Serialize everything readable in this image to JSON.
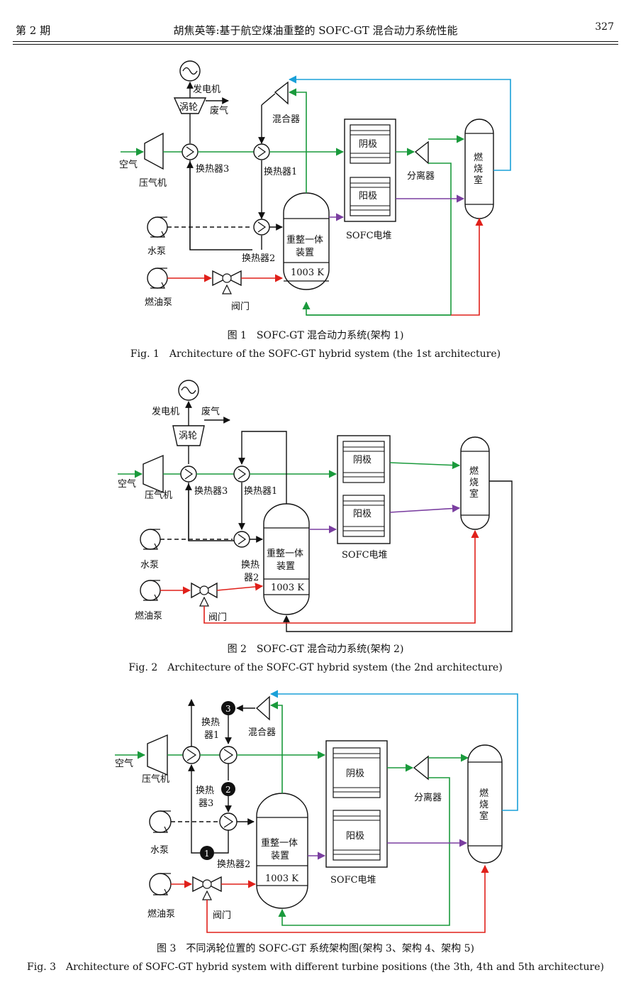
{
  "header": {
    "issue": "第 2 期",
    "title": "胡焦英等:基于航空煤油重整的 SOFC-GT 混合动力系统性能",
    "page": "327"
  },
  "labels": {
    "generator": "发电机",
    "turbine": "涡轮",
    "exhaust": "废气",
    "mixer": "混合器",
    "air": "空气",
    "compressor": "压气机",
    "hx3": "换热器3",
    "hx1": "换热器1",
    "hx2": "换热器2",
    "hx1_split_a": "换热",
    "hx1_split_b": "器1",
    "hx2_split_a": "换热",
    "hx2_split_b": "器2",
    "hx3_split_a": "换热",
    "hx3_split_b": "器3",
    "cathode": "阴极",
    "anode": "阳极",
    "separator": "分离器",
    "combustor_1": "燃",
    "combustor_2": "烧",
    "combustor_3": "室",
    "water_pump": "水泵",
    "fuel_pump": "燃油泵",
    "valve": "阀门",
    "reformer_1": "重整一体",
    "reformer_2": "装置",
    "reformer_temp": "1003 K",
    "stack": "SOFC电堆",
    "marker1": "1",
    "marker2": "2",
    "marker3": "3"
  },
  "colors": {
    "green": "#1a9a3c",
    "red": "#e0201a",
    "purple": "#7a3ea0",
    "blue": "#1aa0d8",
    "black": "#111111"
  },
  "fig1": {
    "caption_cn": "图 1　SOFC-GT 混合动力系统(架构 1)",
    "caption_en": "Fig. 1　Architecture of the SOFC-GT hybrid system (the 1st architecture)"
  },
  "fig2": {
    "caption_cn": "图 2　SOFC-GT 混合动力系统(架构 2)",
    "caption_en": "Fig. 2　Architecture of the SOFC-GT hybrid system (the 2nd architecture)"
  },
  "fig3": {
    "caption_cn": "图 3　不同涡轮位置的 SOFC-GT 系统架构图(架构 3、架构 4、架构 5)",
    "caption_en": "Fig. 3　Architecture of SOFC-GT hybrid system with different turbine positions (the 3th, 4th and 5th architecture)"
  }
}
